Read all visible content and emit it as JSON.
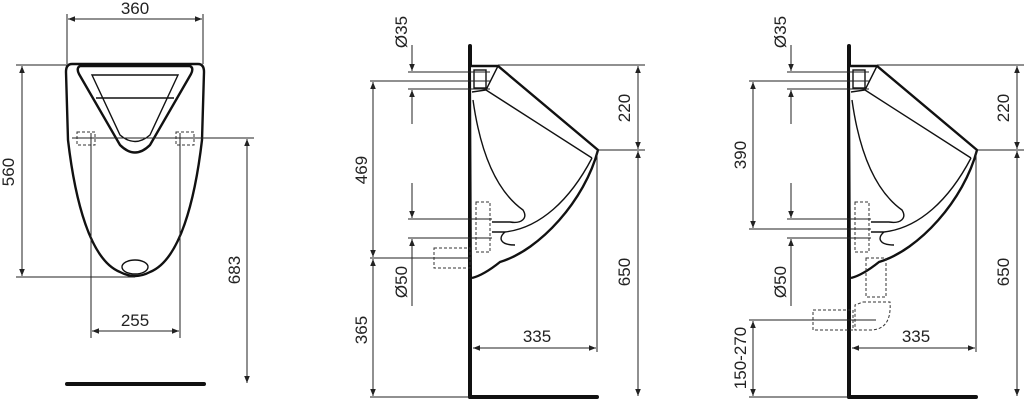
{
  "front_view": {
    "width_label": "360",
    "height_label": "560",
    "fixing_height_label": "683",
    "fixing_spacing_label": "255"
  },
  "side_view_a": {
    "inlet_diameter_label": "Ø35",
    "inlet_to_outlet_label": "469",
    "outlet_height_label": "365",
    "outlet_diameter_label": "Ø50",
    "top_to_rim_label": "220",
    "rim_height_label": "650",
    "projection_label": "335"
  },
  "side_view_b": {
    "inlet_diameter_label": "Ø35",
    "inlet_to_outlet_label": "390",
    "outlet_diameter_label": "Ø50",
    "trap_height_label": "150-270",
    "top_to_rim_label": "220",
    "rim_height_label": "650",
    "projection_label": "335"
  }
}
